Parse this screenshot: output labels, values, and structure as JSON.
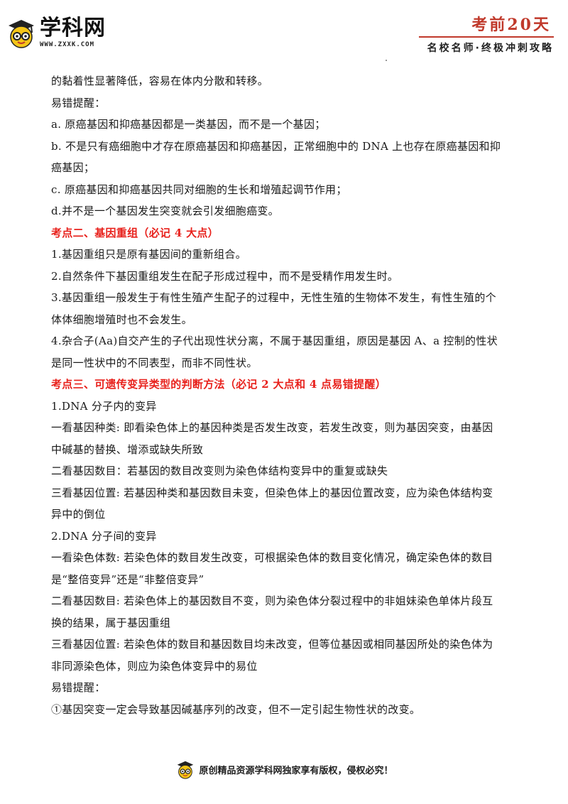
{
  "header": {
    "logo_name": "学科网",
    "logo_url": "WWW.ZXXK.COM",
    "badge_title": "考前20天",
    "badge_subtitle": "名校名师·终极冲刺攻略"
  },
  "lines": [
    {
      "text": "的黏着性显著降低，容易在体内分散和转移。",
      "style": "normal"
    },
    {
      "text": "易错提醒：",
      "style": "normal"
    },
    {
      "text": "a. 原癌基因和抑癌基因都是一类基因，而不是一个基因；",
      "style": "normal"
    },
    {
      "text": "b. 不是只有癌细胞中才存在原癌基因和抑癌基因，正常细胞中的 DNA 上也存在原癌基因和抑",
      "style": "normal"
    },
    {
      "text": "癌基因；",
      "style": "normal"
    },
    {
      "text": "c. 原癌基因和抑癌基因共同对细胞的生长和增殖起调节作用；",
      "style": "normal"
    },
    {
      "text": "d.并不是一个基因发生突变就会引发细胞癌变。",
      "style": "normal"
    },
    {
      "text": "考点二、基因重组（必记 4 大点）",
      "style": "red"
    },
    {
      "text": "1.基因重组只是原有基因间的重新组合。",
      "style": "normal"
    },
    {
      "text": "2.自然条件下基因重组发生在配子形成过程中，而不是受精作用发生时。",
      "style": "normal"
    },
    {
      "text": "3.基因重组一般发生于有性生殖产生配子的过程中，无性生殖的生物体不发生，有性生殖的个",
      "style": "normal"
    },
    {
      "text": "体体细胞增殖时也不会发生。",
      "style": "normal"
    },
    {
      "text": "4.杂合子(Aa)自交产生的子代出现性状分离，不属于基因重组，原因是基因 A、a 控制的性状",
      "style": "normal"
    },
    {
      "text": "是同一性状中的不同表型，而非不同性状。",
      "style": "normal"
    },
    {
      "text": "考点三、可遗传变异类型的判断方法（必记 2 大点和 4 点易错提醒）",
      "style": "red"
    },
    {
      "text": "1.DNA 分子内的变异",
      "style": "normal"
    },
    {
      "text": "一看基因种类: 即看染色体上的基因种类是否发生改变，若发生改变，则为基因突变，由基因",
      "style": "normal"
    },
    {
      "text": "中碱基的替换、增添或缺失所致",
      "style": "normal"
    },
    {
      "text": "二看基因数目：若基因的数目改变则为染色体结构变异中的重复或缺失",
      "style": "normal"
    },
    {
      "text": "三看基因位置: 若基因种类和基因数目未变，但染色体上的基因位置改变，应为染色体结构变",
      "style": "normal"
    },
    {
      "text": "异中的倒位",
      "style": "normal"
    },
    {
      "text": "2.DNA 分子间的变异",
      "style": "normal"
    },
    {
      "text": "一看染色体数: 若染色体的数目发生改变，可根据染色体的数目变化情况，确定染色体的数目",
      "style": "normal"
    },
    {
      "text": "是“整倍变异”还是“非整倍变异”",
      "style": "normal"
    },
    {
      "text": "二看基因数目: 若染色体上的基因数目不变，则为染色体分裂过程中的非姐妹染色单体片段互",
      "style": "normal"
    },
    {
      "text": "换的结果，属于基因重组",
      "style": "normal"
    },
    {
      "text": "三看基因位置: 若染色体的数目和基因数目均未改变，但等位基因或相同基因所处的染色体为",
      "style": "normal"
    },
    {
      "text": "非同源染色体，则应为染色体变异中的易位",
      "style": "normal"
    },
    {
      "text": "易错提醒：",
      "style": "normal"
    },
    {
      "text": "①基因突变一定会导致基因碱基序列的改变，但不一定引起生物性状的改变。",
      "style": "normal"
    }
  ],
  "footer": {
    "text": "原创精品资源学科网独家享有版权，侵权必究！"
  },
  "colors": {
    "accent_red": "#e8211c",
    "badge_red": "#c0392b",
    "mascot_yellow": "#f5c518"
  }
}
